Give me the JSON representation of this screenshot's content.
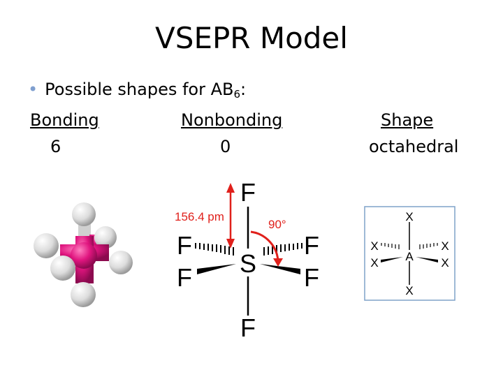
{
  "slide": {
    "title": "VSEPR Model",
    "bullet": {
      "text": "Possible shapes for AB",
      "subscript": "6",
      "suffix": ":"
    },
    "columns": {
      "bonding": {
        "header": "Bonding",
        "value": "6"
      },
      "nonbonding": {
        "header": "Nonbonding",
        "value": "0"
      },
      "shape": {
        "header": "Shape",
        "value": "octahedral"
      }
    }
  },
  "structure_diagram": {
    "central_atom": "S",
    "ligand_atom": "F",
    "bond_length_label": "156.4 pm",
    "angle_label": "90°"
  },
  "generic_diagram": {
    "central_atom": "A",
    "ligand_atom": "X"
  },
  "colors": {
    "bullet": "#7f9fcf",
    "central_sphere": "#e0157f",
    "ligand_sphere": "#e8e8e8",
    "annotation_red": "#e0201b",
    "frame": "#7fa2c9"
  }
}
